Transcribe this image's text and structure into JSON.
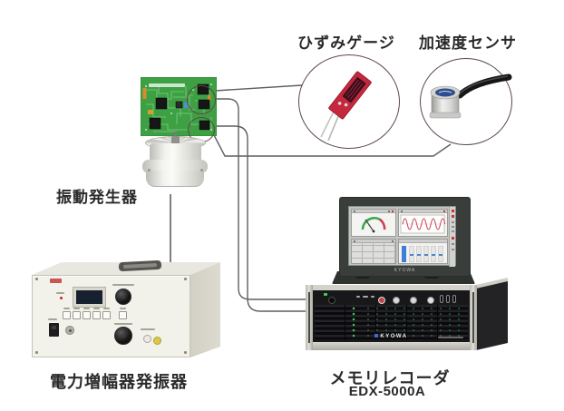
{
  "labels": {
    "strain_gauge": "ひずみゲージ",
    "accel_sensor": "加速度センサ",
    "vibration_generator": "振動発生器",
    "power_amplifier": "電力増幅器発振器",
    "memory_recorder": "メモリレコーダ",
    "recorder_model": "EDX-5000A"
  },
  "brand": "KYOWA",
  "colors": {
    "pcb_green": "#3da144",
    "pcb_trace": "#8fd18f",
    "gauge_red": "#c5283c",
    "callout": "#5d4747",
    "cable": "#5f5f5f",
    "led_green": "#3fd455",
    "wave_red": "#cc4050",
    "bar_blue": "#3d7fd4",
    "brand_blue": "#3a6bd9"
  }
}
